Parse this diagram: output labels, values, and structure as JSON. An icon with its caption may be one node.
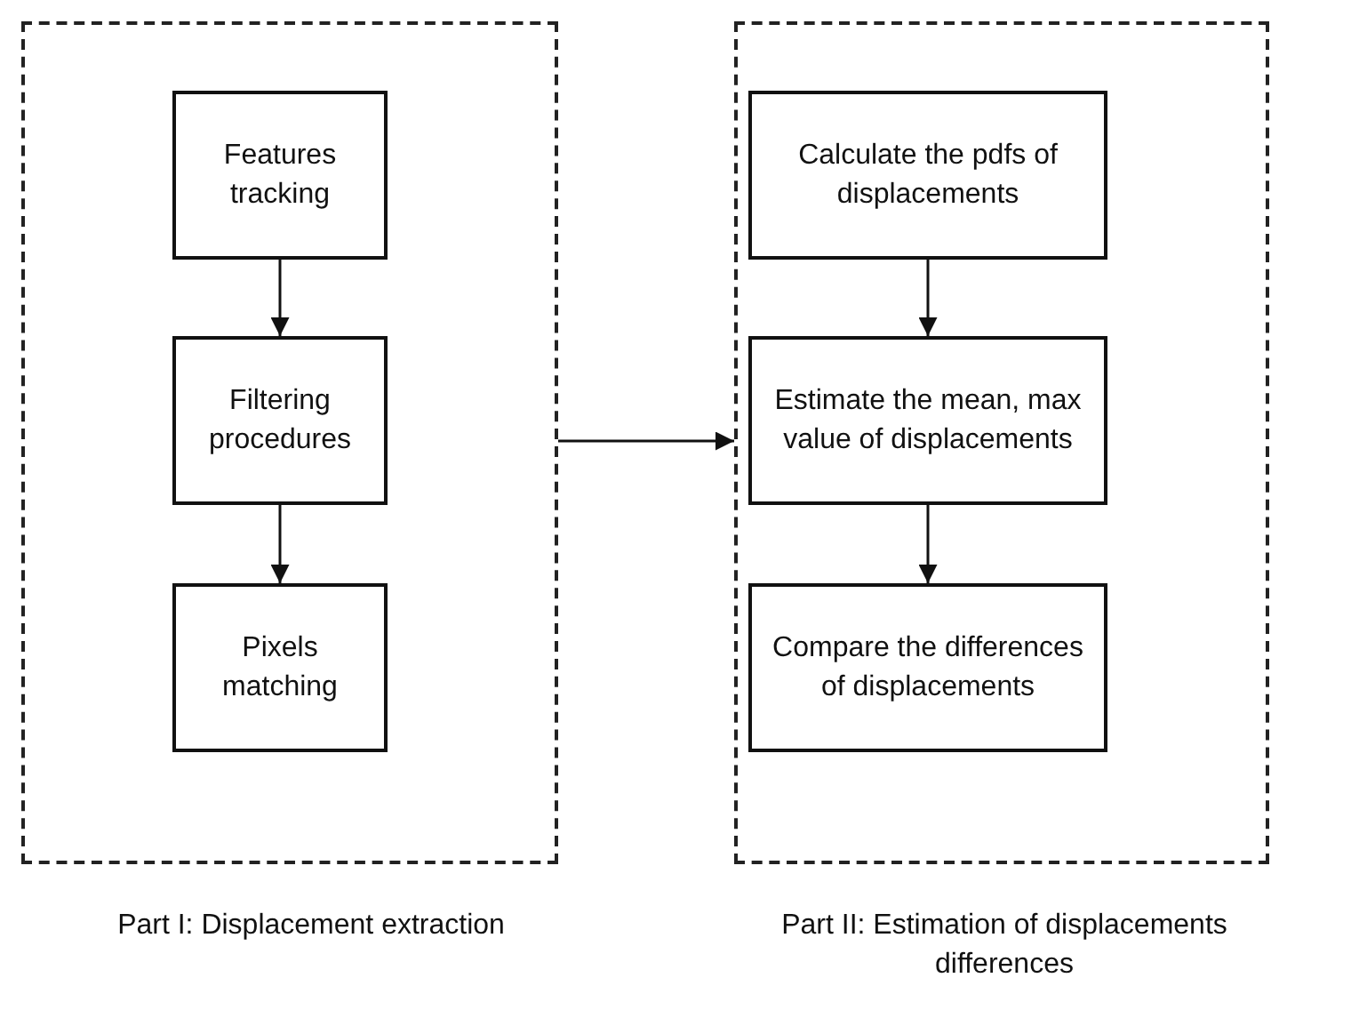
{
  "diagram": {
    "nodes": [
      {
        "text": [],
        "shape": "box",
        "beside": [
          "Part I: Displacement extraction"
        ]
      },
      {
        "text": [
          "Features tracking"
        ],
        "in": 0
      },
      {
        "text": [
          "Filtering procedures"
        ],
        "in": 0
      },
      {
        "text": [
          "Pixels matching"
        ],
        "in": 0
      },
      {
        "text": [],
        "shape": "box",
        "beside": [
          "Part II: Estimation of displacements differences"
        ]
      },
      {
        "text": [
          "Calculate the pdfs of displacements"
        ],
        "in": 4
      },
      {
        "text": [
          "Estimate the mean, max  value of displacements"
        ],
        "in": 4
      },
      {
        "text": [
          "Compare the differences of displacements"
        ],
        "in": 4
      }
    ],
    "edges": [
      {
        "from": 1,
        "to": 2,
        "arrow": "to"
      },
      {
        "from": 2,
        "to": 3,
        "arrow": "to"
      },
      {
        "from": 0,
        "to": 4,
        "arrow": "to"
      },
      {
        "from": 5,
        "to": 6,
        "arrow": "to"
      },
      {
        "from": 6,
        "to": 7,
        "arrow": "to"
      }
    ]
  }
}
